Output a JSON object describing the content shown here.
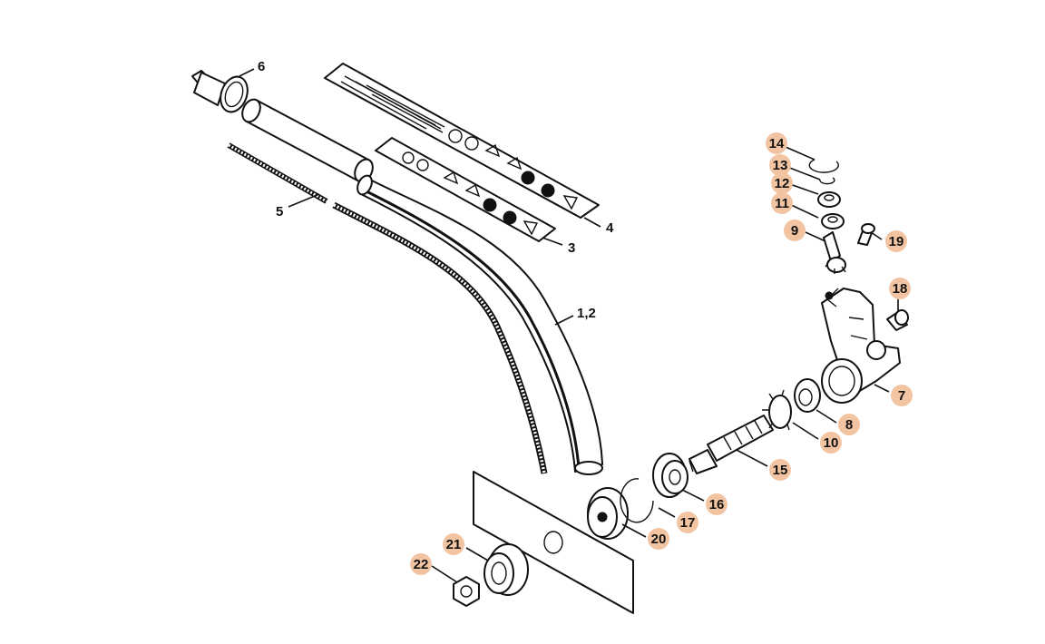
{
  "diagram": {
    "highlight_color": "#f2c4a2",
    "line_color": "#111111",
    "plain_labels": [
      {
        "id": "label-6",
        "text": "6"
      },
      {
        "id": "label-5",
        "text": "5"
      },
      {
        "id": "label-4",
        "text": "4"
      },
      {
        "id": "label-3",
        "text": "3"
      },
      {
        "id": "label-1-2",
        "text": "1,2"
      }
    ],
    "badge_labels": [
      {
        "id": "badge-14",
        "text": "14"
      },
      {
        "id": "badge-13",
        "text": "13"
      },
      {
        "id": "badge-12",
        "text": "12"
      },
      {
        "id": "badge-11",
        "text": "11"
      },
      {
        "id": "badge-9",
        "text": "9"
      },
      {
        "id": "badge-19",
        "text": "19"
      },
      {
        "id": "badge-18",
        "text": "18"
      },
      {
        "id": "badge-7",
        "text": "7"
      },
      {
        "id": "badge-8",
        "text": "8"
      },
      {
        "id": "badge-10",
        "text": "10"
      },
      {
        "id": "badge-15",
        "text": "15"
      },
      {
        "id": "badge-16",
        "text": "16"
      },
      {
        "id": "badge-17",
        "text": "17"
      },
      {
        "id": "badge-20",
        "text": "20"
      },
      {
        "id": "badge-21",
        "text": "21"
      },
      {
        "id": "badge-22",
        "text": "22"
      }
    ]
  }
}
